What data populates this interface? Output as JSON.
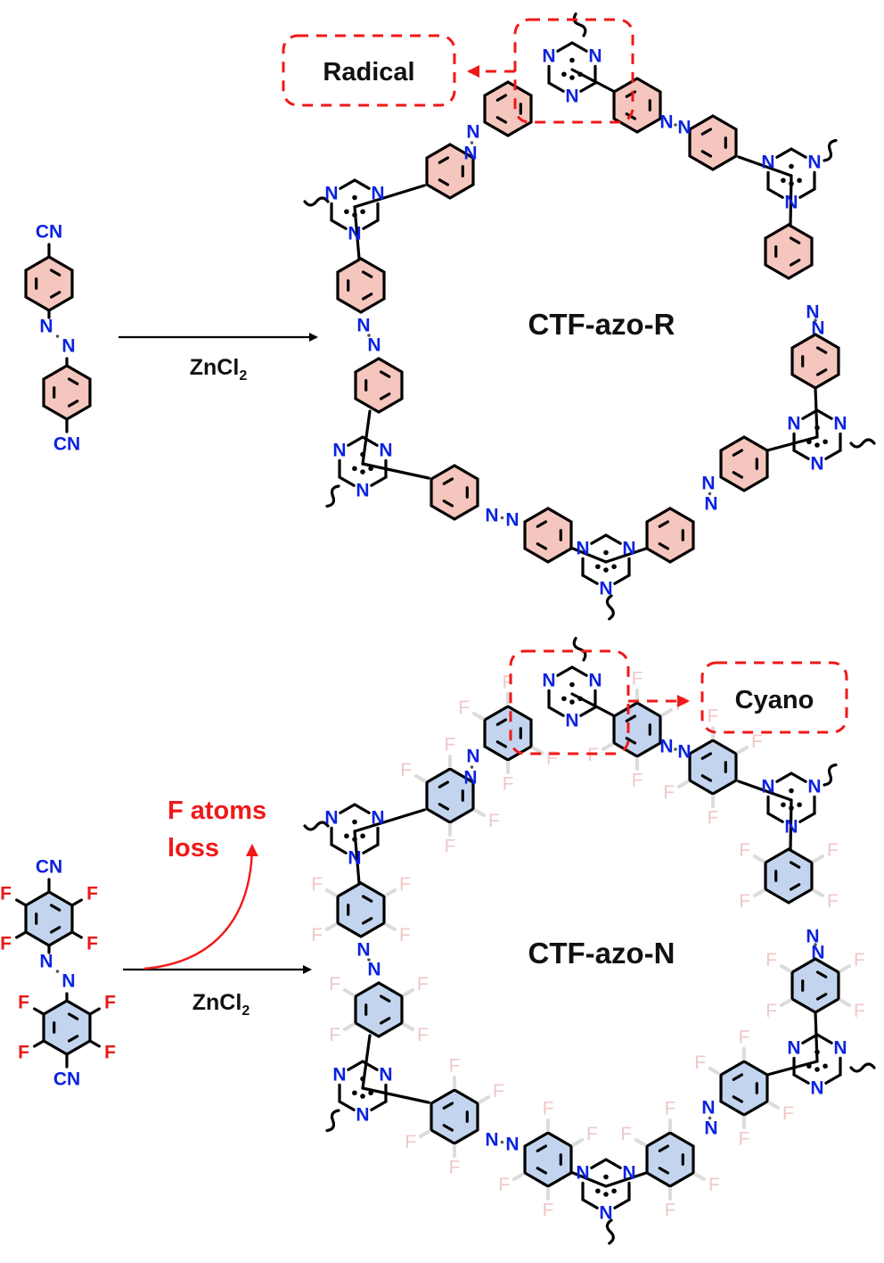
{
  "reactions": [
    {
      "id": "top",
      "monomer": {
        "substituent_top": "CN",
        "substituent_bottom": "CN",
        "azo_atoms": [
          "N",
          "N"
        ],
        "ring_color": "#f5c6bd",
        "fluorinated": false
      },
      "reagent": "ZnCl",
      "reagent_subscript": "2",
      "product_name": "CTF-azo-R",
      "callout": {
        "label": "Radical",
        "color": "#f01818"
      },
      "ring_color": "#f5c6bd"
    },
    {
      "id": "bottom",
      "monomer": {
        "substituent_top": "CN",
        "substituent_bottom": "CN",
        "azo_atoms": [
          "N",
          "N"
        ],
        "fluorine_label": "F",
        "ring_color": "#c3d5ee",
        "fluorinated": true
      },
      "reagent": "ZnCl",
      "reagent_subscript": "2",
      "side_product": [
        "F atoms",
        "loss"
      ],
      "product_name": "CTF-azo-N",
      "callout": {
        "label": "Cyano",
        "color": "#f01818"
      },
      "ring_color": "#c3d5ee"
    }
  ],
  "atoms": {
    "nitrogen": "N",
    "fluorine": "F"
  },
  "colors": {
    "nitrogen": "#0a22e0",
    "fluorine_pale": "#f0c8c8",
    "fluorine_bold": "#e81818",
    "callout": "#f01818"
  }
}
